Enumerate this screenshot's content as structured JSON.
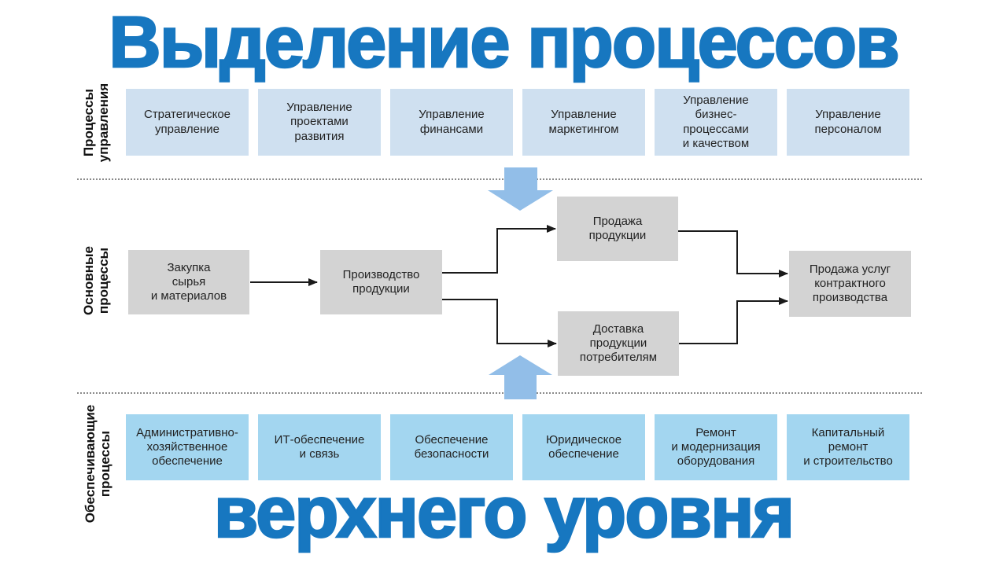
{
  "title": {
    "line1": "Выделение процессов",
    "line2": "верхнего уровня"
  },
  "colors": {
    "title_blue": "#1777c0",
    "management_box": "#cfe0f0",
    "support_box": "#a3d6f0",
    "main_box": "#d3d3d3",
    "big_arrow": "#92bee8",
    "connector": "#1a1a1a",
    "separator": "#8a8a8a"
  },
  "management": {
    "label": "Процессы\nуправления",
    "items": [
      {
        "label": "Стратегическое\nуправление"
      },
      {
        "label": "Управление\nпроектами\nразвития"
      },
      {
        "label": "Управление\nфинансами"
      },
      {
        "label": "Управление\nмаркетингом"
      },
      {
        "label": "Управление\nбизнес-\nпроцессами\nи качеством"
      },
      {
        "label": "Управление\nперсоналом"
      }
    ]
  },
  "main": {
    "label": "Основные\nпроцессы",
    "purchase": {
      "label": "Закупка\nсырья\nи материалов"
    },
    "production": {
      "label": "Производство\nпродукции"
    },
    "sales": {
      "label": "Продажа\nпродукции"
    },
    "delivery": {
      "label": "Доставка\nпродукции\nпотребителям"
    },
    "contract": {
      "label": "Продажа услуг\nконтрактного\nпроизводства"
    }
  },
  "support": {
    "label": "Обеспечивающие\nпроцессы",
    "items": [
      {
        "label": "Административно-\nхозяйственное\nобеспечение"
      },
      {
        "label": "ИТ-обеспечение\nи связь"
      },
      {
        "label": "Обеспечение\nбезопасности"
      },
      {
        "label": "Юридическое\nобеспечение"
      },
      {
        "label": "Ремонт\nи модернизация\nоборудования"
      },
      {
        "label": "Капитальный\nремонт\nи строительство"
      }
    ]
  }
}
